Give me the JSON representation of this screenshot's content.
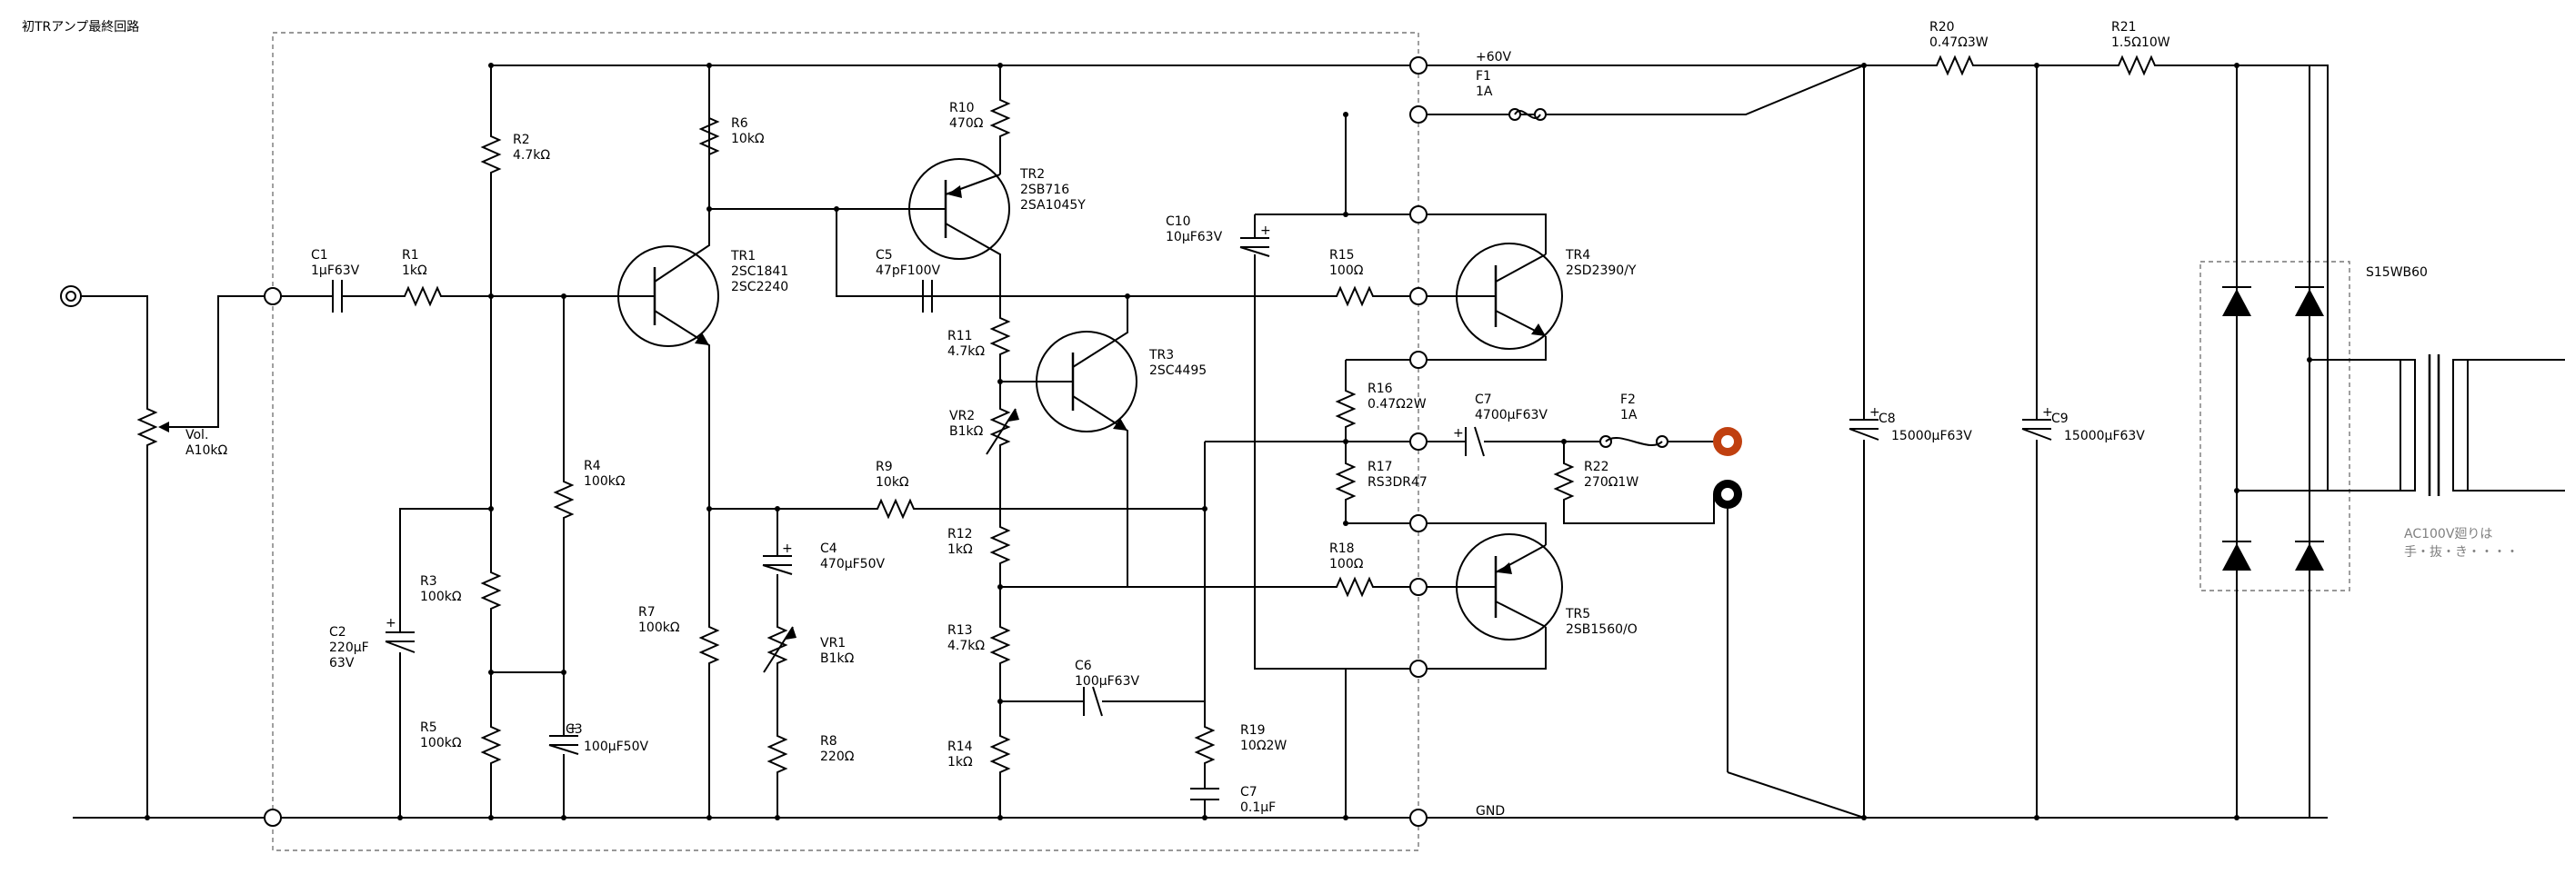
{
  "title": "初TRアンプ最終回路",
  "rails": {
    "positive": "+60V",
    "ground": "GND"
  },
  "components": {
    "vol": {
      "ref": "Vol.",
      "value": "A10kΩ"
    },
    "c1": {
      "ref": "C1",
      "value": "1μF63V"
    },
    "r1": {
      "ref": "R1",
      "value": "1kΩ"
    },
    "r2": {
      "ref": "R2",
      "value": "4.7kΩ"
    },
    "r3": {
      "ref": "R3",
      "value": "100kΩ"
    },
    "r4": {
      "ref": "R4",
      "value": "100kΩ"
    },
    "r5": {
      "ref": "R5",
      "value": "100kΩ"
    },
    "c2": {
      "ref": "C2",
      "value": "220μF",
      "value2": "63V"
    },
    "c3": {
      "ref": "C3",
      "value": "100μF50V"
    },
    "tr1": {
      "ref": "TR1",
      "value": "2SC1841",
      "value2": "2SC2240"
    },
    "r6": {
      "ref": "R6",
      "value": "10kΩ"
    },
    "r7": {
      "ref": "R7",
      "value": "100kΩ"
    },
    "c4": {
      "ref": "C4",
      "value": "470μF50V"
    },
    "vr1": {
      "ref": "VR1",
      "value": "B1kΩ"
    },
    "r8": {
      "ref": "R8",
      "value": "220Ω"
    },
    "r9": {
      "ref": "R9",
      "value": "10kΩ"
    },
    "r10": {
      "ref": "R10",
      "value": "470Ω"
    },
    "tr2": {
      "ref": "TR2",
      "value": "2SB716",
      "value2": "2SA1045Y"
    },
    "c5": {
      "ref": "C5",
      "value": "47pF100V"
    },
    "r11": {
      "ref": "R11",
      "value": "4.7kΩ"
    },
    "tr3": {
      "ref": "TR3",
      "value": "2SC4495"
    },
    "vr2": {
      "ref": "VR2",
      "value": "B1kΩ"
    },
    "r12": {
      "ref": "R12",
      "value": "1kΩ"
    },
    "r13": {
      "ref": "R13",
      "value": "4.7kΩ"
    },
    "r14": {
      "ref": "R14",
      "value": "1kΩ"
    },
    "c6": {
      "ref": "C6",
      "value": "100μF63V"
    },
    "r19": {
      "ref": "R19",
      "value": "10Ω2W"
    },
    "c7b": {
      "ref": "C7",
      "value": "0.1μF"
    },
    "c10": {
      "ref": "C10",
      "value": "10μF63V"
    },
    "r15": {
      "ref": "R15",
      "value": "100Ω"
    },
    "tr4": {
      "ref": "TR4",
      "value": "2SD2390/Y"
    },
    "r16": {
      "ref": "R16",
      "value": "0.47Ω2W"
    },
    "r17": {
      "ref": "R17",
      "value": "RS3DR47"
    },
    "r18": {
      "ref": "R18",
      "value": "100Ω"
    },
    "tr5": {
      "ref": "TR5",
      "value": "2SB1560/O"
    },
    "c7": {
      "ref": "C7",
      "value": "4700μF63V"
    },
    "f1": {
      "ref": "F1",
      "value": "1A"
    },
    "f2": {
      "ref": "F2",
      "value": "1A"
    },
    "r22": {
      "ref": "R22",
      "value": "270Ω1W"
    },
    "c8": {
      "ref": "C8",
      "value": "15000μF63V"
    },
    "c9": {
      "ref": "C9",
      "value": "15000μF63V"
    },
    "r20": {
      "ref": "R20",
      "value": "0.47Ω3W"
    },
    "r21": {
      "ref": "R21",
      "value": "1.5Ω10W"
    },
    "bridge": {
      "ref": "S15WB60"
    }
  },
  "notes": {
    "transformer_line1": "AC100V廻りは",
    "transformer_line2": "手・抜・き・・・・"
  },
  "colors": {
    "wire": "#000000",
    "outline_dashed": "#777777",
    "speaker_hot": "#c04010",
    "speaker_cold": "#000000",
    "note": "#808080"
  }
}
